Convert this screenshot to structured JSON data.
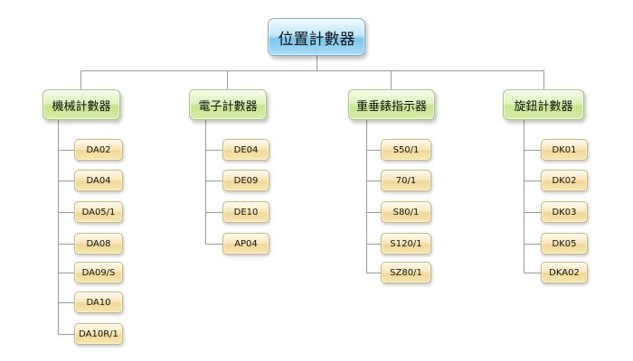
{
  "root": {
    "label": "位置計數器"
  },
  "categories": [
    {
      "label": "機械計數器",
      "items": [
        "DA02",
        "DA04",
        "DA05/1",
        "DA08",
        "DA09/S",
        "DA10",
        "DA10R/1"
      ]
    },
    {
      "label": "電子計數器",
      "items": [
        "DE04",
        "DE09",
        "DE10",
        "AP04"
      ]
    },
    {
      "label": "重垂錶指示器",
      "items": [
        "S50/1",
        "70/1",
        "S80/1",
        "S120/1",
        "SZ80/1"
      ]
    },
    {
      "label": "旋鈕計數器",
      "items": [
        "DK01",
        "DK02",
        "DK03",
        "DK05",
        "DKA02"
      ]
    }
  ],
  "colors": {
    "connector": "#9a9a9a",
    "root_fill": "#8fd0f2",
    "category_fill": "#cde8a0",
    "leaf_fill": "#f4dfa4"
  }
}
